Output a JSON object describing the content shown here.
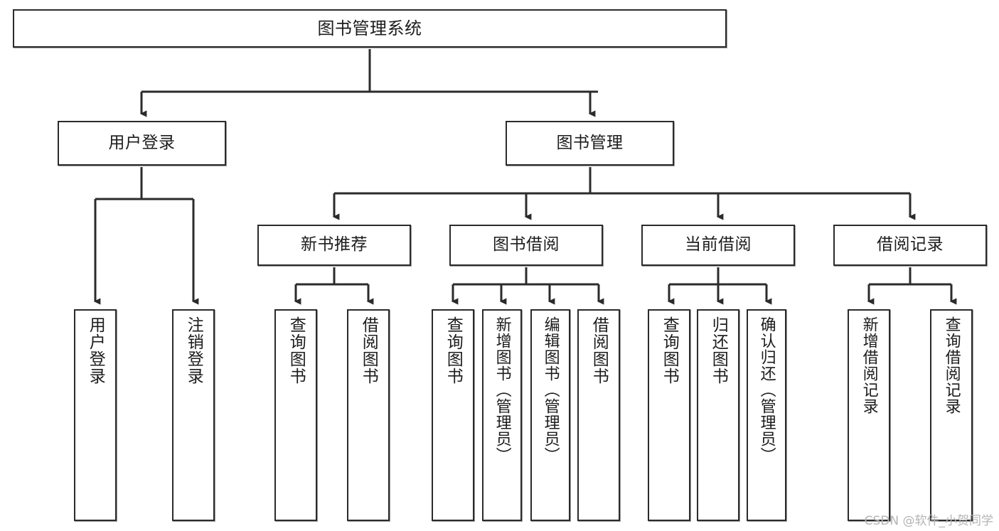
{
  "diagram": {
    "title": "图书管理系统",
    "type": "tree-hierarchy",
    "watermark": "CSDN @软件_小贺同学",
    "colors": {
      "box_border": "#2b2b2b",
      "box_fill": "#ffffff",
      "connector": "#2b2b2b",
      "text": "#1c1c1c",
      "watermark": "#b4b4b4"
    },
    "nodes": {
      "root": {
        "label": "图书管理系统"
      },
      "level2": [
        {
          "label": "用户登录"
        },
        {
          "label": "图书管理"
        }
      ],
      "level3": [
        {
          "label": "新书推荐"
        },
        {
          "label": "图书借阅"
        },
        {
          "label": "当前借阅"
        },
        {
          "label": "借阅记录"
        }
      ],
      "leaves": {
        "user_login": [
          {
            "label": "用户登录"
          },
          {
            "label": "注销登录"
          }
        ],
        "new_book_recommend": [
          {
            "label": "查询图书"
          },
          {
            "label": "借阅图书"
          }
        ],
        "book_borrow": [
          {
            "label": "查询图书"
          },
          {
            "label": "新增图书（管理员）"
          },
          {
            "label": "编辑图书（管理员）"
          },
          {
            "label": "借阅图书"
          }
        ],
        "current_borrow": [
          {
            "label": "查询图书"
          },
          {
            "label": "归还图书"
          },
          {
            "label": "确认归还（管理员）"
          }
        ],
        "borrow_record": [
          {
            "label": "新增借阅记录"
          },
          {
            "label": "查询借阅记录"
          }
        ]
      }
    }
  }
}
